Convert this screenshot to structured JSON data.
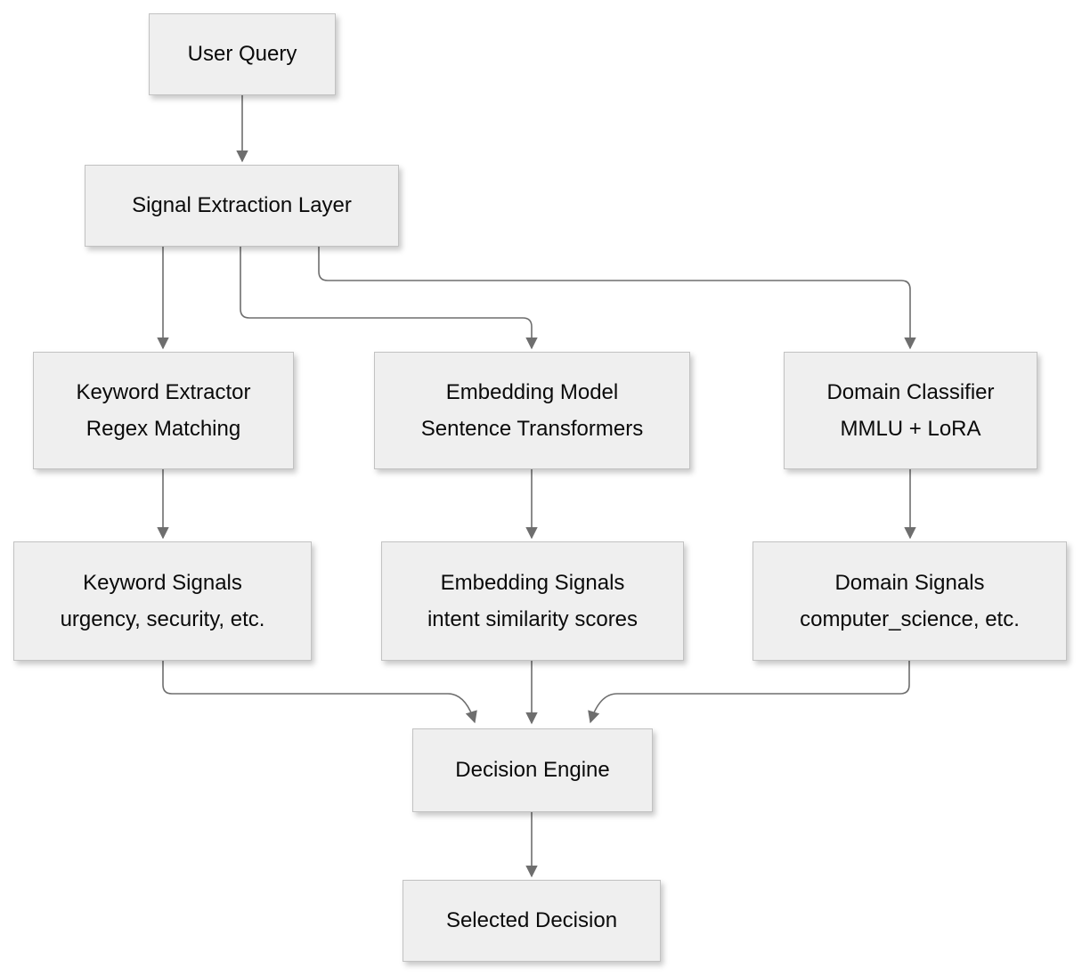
{
  "diagram": {
    "type": "flowchart",
    "nodes": {
      "user_query": {
        "label": "User Query"
      },
      "signal_extraction": {
        "label": "Signal Extraction Layer"
      },
      "keyword_extractor": {
        "line1": "Keyword Extractor",
        "line2": "Regex Matching"
      },
      "embedding_model": {
        "line1": "Embedding Model",
        "line2": "Sentence Transformers"
      },
      "domain_classifier": {
        "line1": "Domain Classifier",
        "line2": "MMLU + LoRA"
      },
      "keyword_signals": {
        "line1": "Keyword Signals",
        "line2": "urgency, security, etc."
      },
      "embedding_signals": {
        "line1": "Embedding Signals",
        "line2": "intent similarity scores"
      },
      "domain_signals": {
        "line1": "Domain Signals",
        "line2": "computer_science, etc."
      },
      "decision_engine": {
        "label": "Decision Engine"
      },
      "selected_decision": {
        "label": "Selected Decision"
      }
    },
    "edges": [
      {
        "from": "User Query",
        "to": "Signal Extraction Layer"
      },
      {
        "from": "Signal Extraction Layer",
        "to": "Keyword Extractor"
      },
      {
        "from": "Signal Extraction Layer",
        "to": "Embedding Model"
      },
      {
        "from": "Signal Extraction Layer",
        "to": "Domain Classifier"
      },
      {
        "from": "Keyword Extractor",
        "to": "Keyword Signals"
      },
      {
        "from": "Embedding Model",
        "to": "Embedding Signals"
      },
      {
        "from": "Domain Classifier",
        "to": "Domain Signals"
      },
      {
        "from": "Keyword Signals",
        "to": "Decision Engine"
      },
      {
        "from": "Embedding Signals",
        "to": "Decision Engine"
      },
      {
        "from": "Domain Signals",
        "to": "Decision Engine"
      },
      {
        "from": "Decision Engine",
        "to": "Selected Decision"
      }
    ],
    "colors": {
      "node_fill": "#efefef",
      "node_border": "#c2c2c2",
      "arrow": "#6e6e6e",
      "text": "#0a0a0a",
      "background": "#ffffff"
    }
  }
}
